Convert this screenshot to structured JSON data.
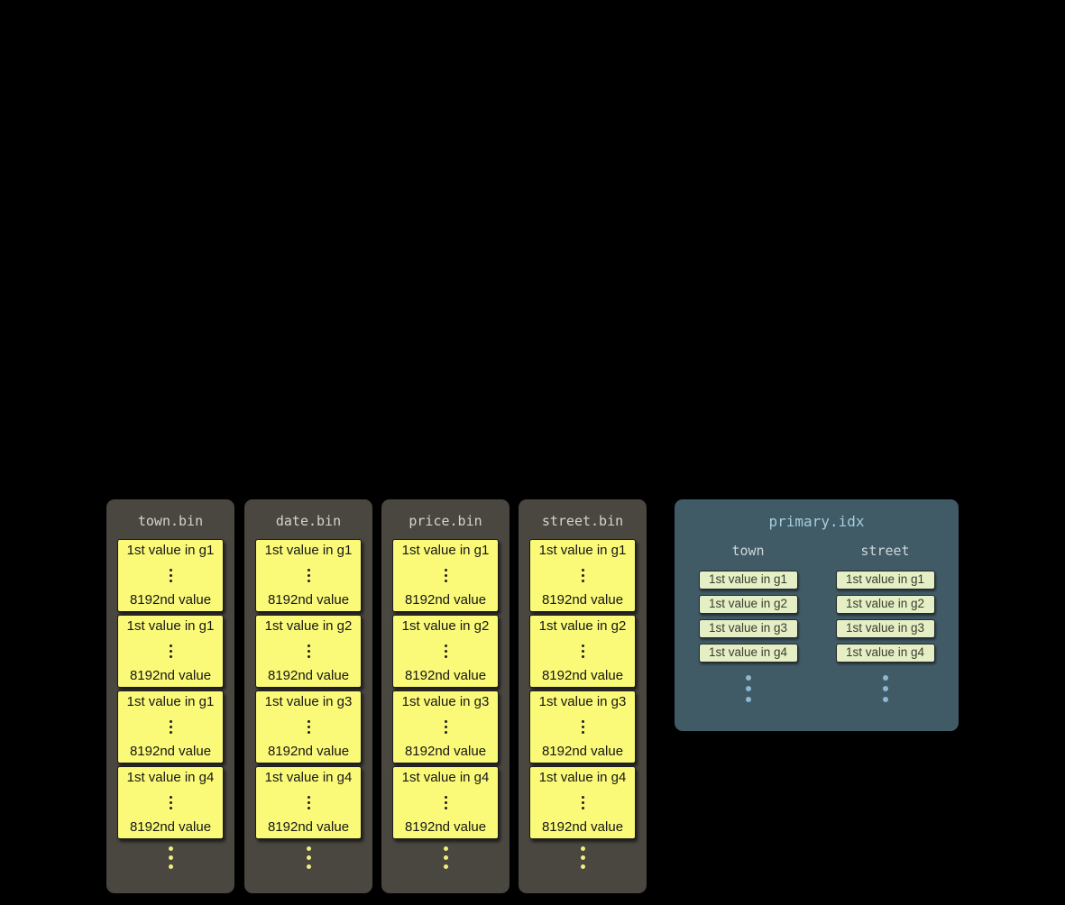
{
  "colors": {
    "background": "#000000",
    "bin_panel": "#4a4640",
    "bin_title_text": "#d8d3cb",
    "granule_block_bg": "#fafa78",
    "granule_block_text": "#161616",
    "bin_more_dots": "#efef7a",
    "index_panel": "#405a66",
    "index_title_text": "#a3cde0",
    "index_header_text": "#ced7da",
    "index_pill_bg": "#e4efc6",
    "index_pill_text": "#3a3d2e",
    "index_more_dots": "#8cb8d2"
  },
  "bin_files": [
    {
      "title": "town.bin",
      "blocks": [
        {
          "first": "1st value in g1",
          "last": "8192nd value"
        },
        {
          "first": "1st value in g1",
          "last": "8192nd value"
        },
        {
          "first": "1st value in g1",
          "last": "8192nd value"
        },
        {
          "first": "1st value in g4",
          "last": "8192nd value"
        }
      ]
    },
    {
      "title": "date.bin",
      "blocks": [
        {
          "first": "1st value in g1",
          "last": "8192nd value"
        },
        {
          "first": "1st value in g2",
          "last": "8192nd value"
        },
        {
          "first": "1st value in g3",
          "last": "8192nd value"
        },
        {
          "first": "1st value in g4",
          "last": "8192nd value"
        }
      ]
    },
    {
      "title": "price.bin",
      "blocks": [
        {
          "first": "1st value in g1",
          "last": "8192nd value"
        },
        {
          "first": "1st value in g2",
          "last": "8192nd value"
        },
        {
          "first": "1st value in g3",
          "last": "8192nd value"
        },
        {
          "first": "1st value in g4",
          "last": "8192nd value"
        }
      ]
    },
    {
      "title": "street.bin",
      "blocks": [
        {
          "first": "1st value in g1",
          "last": "8192nd value"
        },
        {
          "first": "1st value in g2",
          "last": "8192nd value"
        },
        {
          "first": "1st value in g3",
          "last": "8192nd value"
        },
        {
          "first": "1st value in g4",
          "last": "8192nd value"
        }
      ]
    }
  ],
  "index_file": {
    "title": "primary.idx",
    "columns": [
      {
        "header": "town",
        "entries": [
          "1st value in g1",
          "1st value in g2",
          "1st value in g3",
          "1st value in g4"
        ]
      },
      {
        "header": "street",
        "entries": [
          "1st value in g1",
          "1st value in g2",
          "1st value in g3",
          "1st value in g4"
        ]
      }
    ]
  }
}
